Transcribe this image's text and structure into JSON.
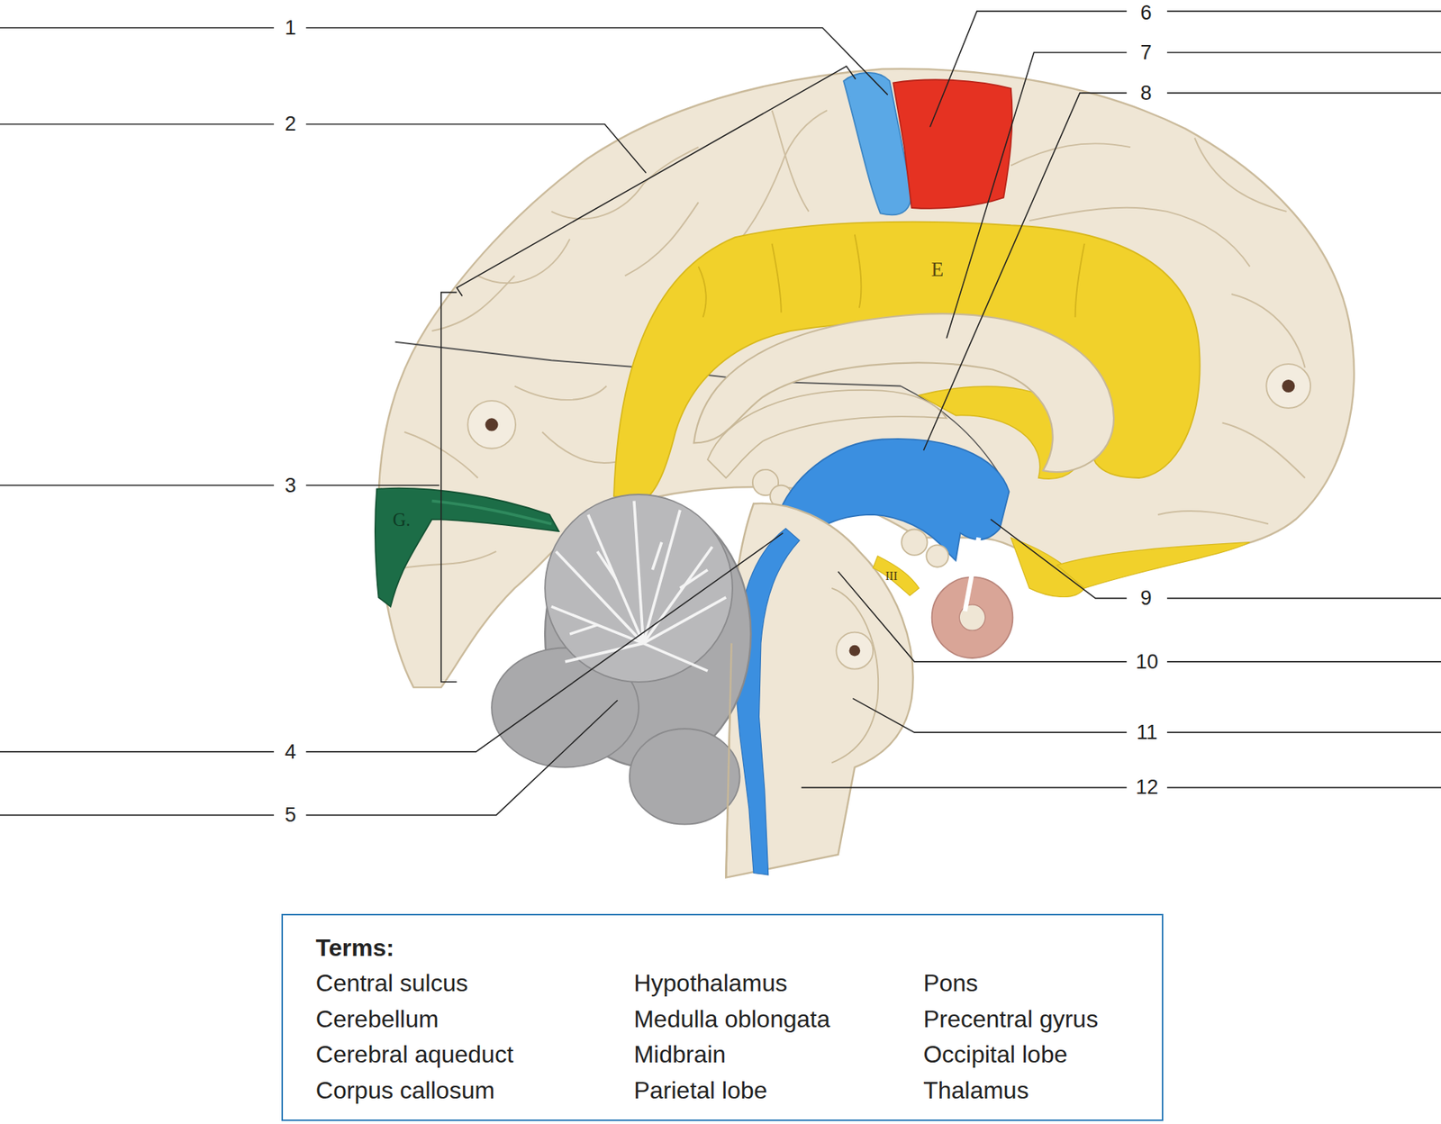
{
  "diagram": {
    "nodes": [
      {
        "text": [
          "Terms:",
          "Central sulcus",
          "Cerebellum",
          "Cerebral aqueduct",
          "Corpus callosum",
          "Hypothalamus",
          "Medulla oblongata",
          "Midbrain",
          "Parietal lobe",
          "Pons",
          "Precentral gyrus",
          "Occipital lobe",
          "Thalamus"
        ]
      }
    ],
    "labels": [
      "1",
      "2",
      "3",
      "4",
      "5",
      "6",
      "7",
      "8",
      "9",
      "10",
      "11",
      "12",
      "E",
      "G.",
      "III"
    ]
  }
}
